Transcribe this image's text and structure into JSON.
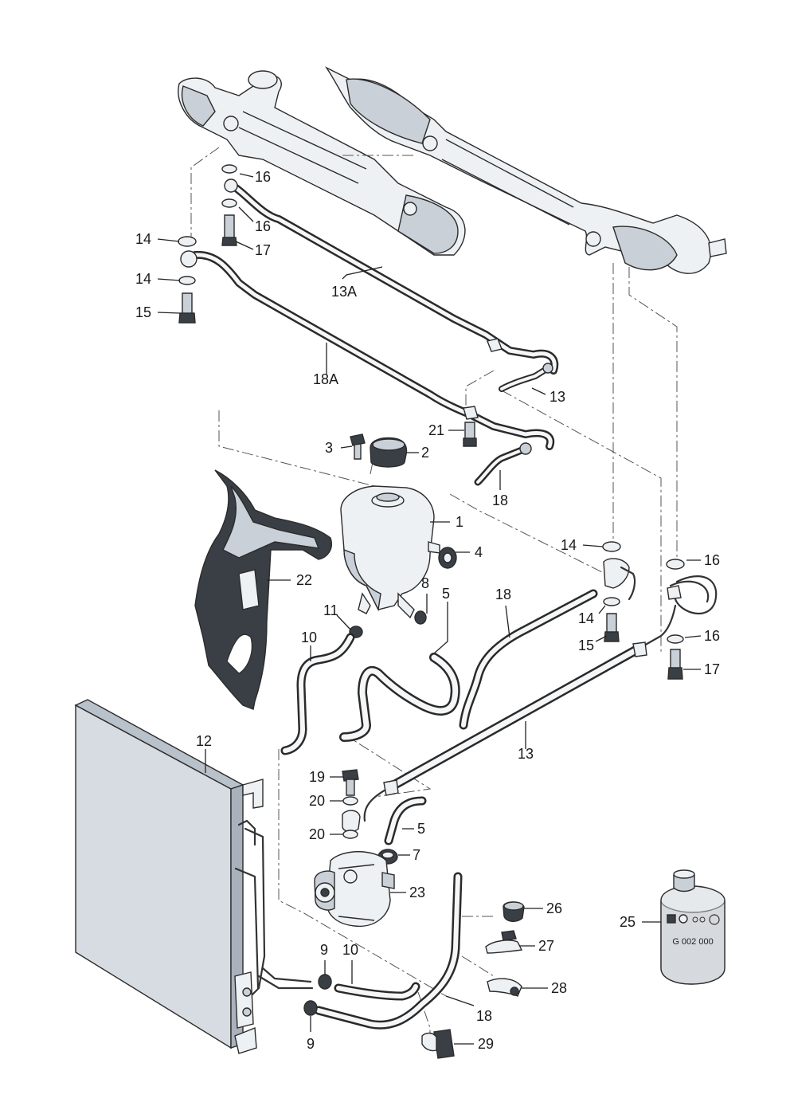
{
  "callouts": [
    {
      "id": "16a",
      "text": "16"
    },
    {
      "id": "16b",
      "text": "16"
    },
    {
      "id": "17a",
      "text": "17"
    },
    {
      "id": "14a",
      "text": "14"
    },
    {
      "id": "14b",
      "text": "14"
    },
    {
      "id": "15a",
      "text": "15"
    },
    {
      "id": "13A",
      "text": "13A"
    },
    {
      "id": "18A",
      "text": "18A"
    },
    {
      "id": "13a",
      "text": "13"
    },
    {
      "id": "21",
      "text": "21"
    },
    {
      "id": "3",
      "text": "3"
    },
    {
      "id": "2",
      "text": "2"
    },
    {
      "id": "18a",
      "text": "18"
    },
    {
      "id": "1",
      "text": "1"
    },
    {
      "id": "4",
      "text": "4"
    },
    {
      "id": "22",
      "text": "22"
    },
    {
      "id": "8",
      "text": "8"
    },
    {
      "id": "5a",
      "text": "5"
    },
    {
      "id": "11",
      "text": "11"
    },
    {
      "id": "10a",
      "text": "10"
    },
    {
      "id": "18b",
      "text": "18"
    },
    {
      "id": "14c",
      "text": "14"
    },
    {
      "id": "16c",
      "text": "16"
    },
    {
      "id": "14d",
      "text": "14"
    },
    {
      "id": "15b",
      "text": "15"
    },
    {
      "id": "16d",
      "text": "16"
    },
    {
      "id": "17b",
      "text": "17"
    },
    {
      "id": "12",
      "text": "12"
    },
    {
      "id": "13b",
      "text": "13"
    },
    {
      "id": "19",
      "text": "19"
    },
    {
      "id": "20a",
      "text": "20"
    },
    {
      "id": "5b",
      "text": "5"
    },
    {
      "id": "20b",
      "text": "20"
    },
    {
      "id": "7",
      "text": "7"
    },
    {
      "id": "23",
      "text": "23"
    },
    {
      "id": "26",
      "text": "26"
    },
    {
      "id": "25",
      "text": "25"
    },
    {
      "id": "27",
      "text": "27"
    },
    {
      "id": "9a",
      "text": "9"
    },
    {
      "id": "10b",
      "text": "10"
    },
    {
      "id": "28",
      "text": "28"
    },
    {
      "id": "18c",
      "text": "18"
    },
    {
      "id": "9b",
      "text": "9"
    },
    {
      "id": "29",
      "text": "29"
    }
  ],
  "fluid_container": {
    "label": "G 002 000"
  },
  "colors": {
    "line": "#2b2b2b",
    "part_fill": "#c9d0d8",
    "highlight": "#eef1f4"
  }
}
